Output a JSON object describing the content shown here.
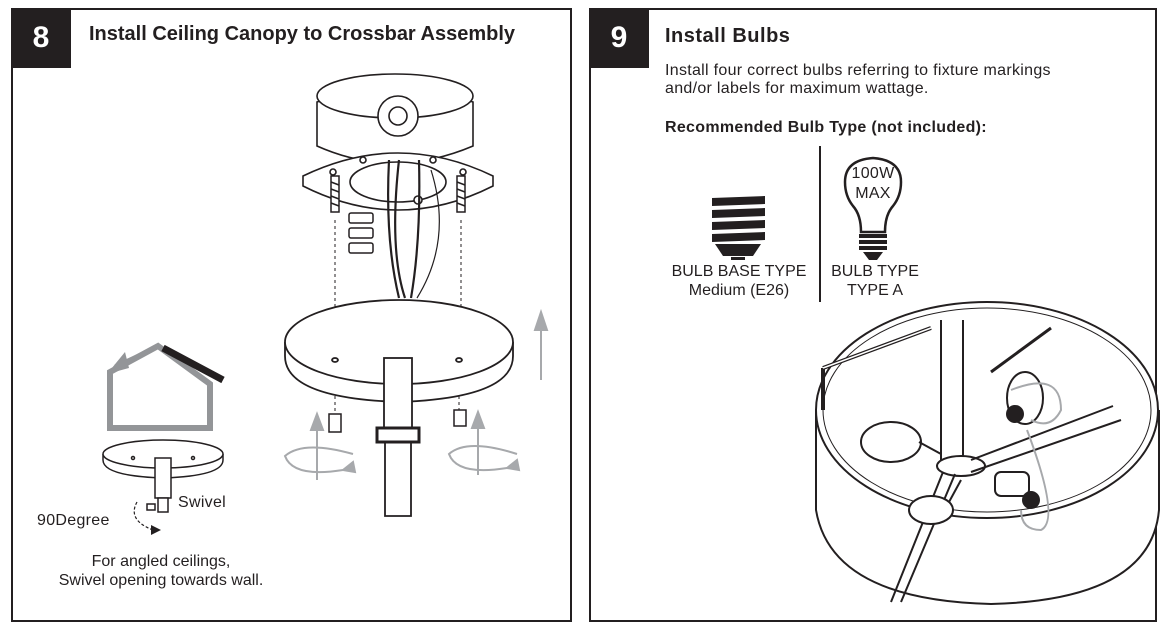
{
  "step8": {
    "number": "8",
    "title": "Install Ceiling Canopy to Crossbar Assembly",
    "swivel_label": "Swivel",
    "degree_label": "90Degree",
    "note_line1": "For angled ceilings,",
    "note_line2": "Swivel opening towards wall."
  },
  "step9": {
    "number": "9",
    "title": "Install Bulbs",
    "instruction_line1": "Install four correct bulbs referring to fixture markings",
    "instruction_line2": "and/or labels for maximum wattage.",
    "recommended_heading": "Recommended Bulb Type (not included):",
    "bulb_base_line1": "BULB BASE TYPE",
    "bulb_base_line2": "Medium (E26)",
    "bulb_type_line1": "BULB TYPE",
    "bulb_type_line2": "TYPE A",
    "wattage_line1": "100W",
    "wattage_line2": "MAX"
  },
  "colors": {
    "ink": "#231f20",
    "arrow_gray": "#a7a9ac",
    "house_gray": "#939598"
  }
}
